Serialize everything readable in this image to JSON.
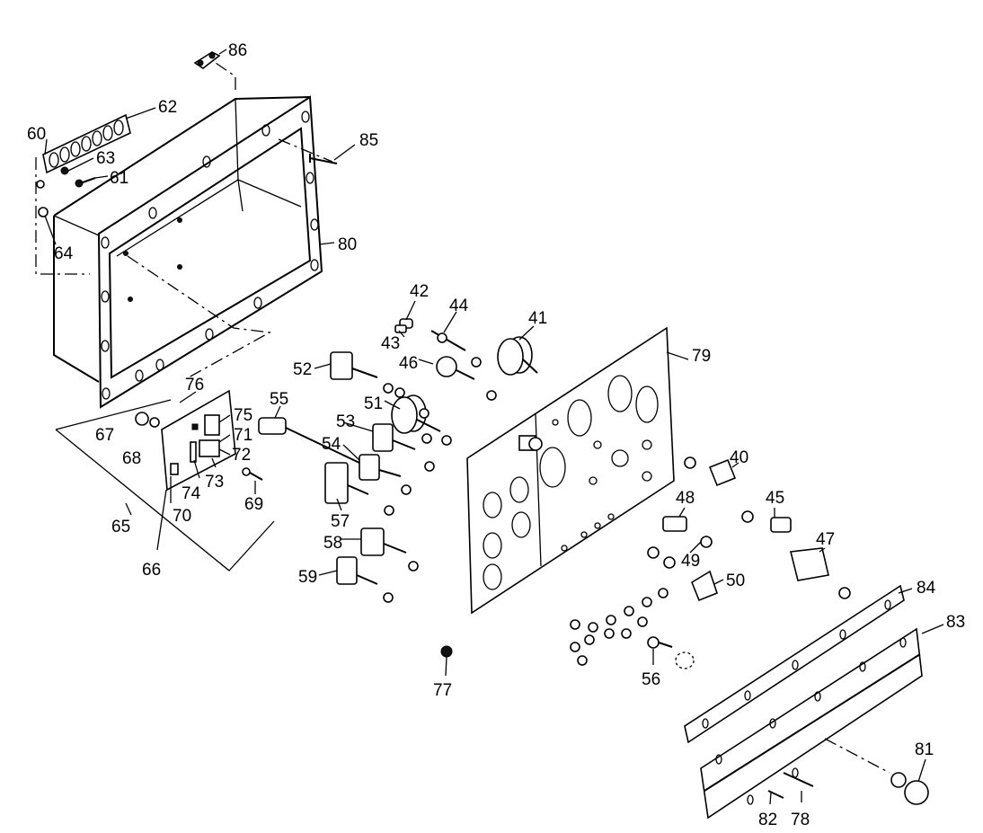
{
  "callouts": {
    "c40": "40",
    "c41": "41",
    "c42": "42",
    "c43": "43",
    "c44": "44",
    "c45": "45",
    "c46": "46",
    "c47": "47",
    "c48": "48",
    "c49": "49",
    "c50": "50",
    "c51": "51",
    "c52": "52",
    "c53": "53",
    "c54": "54",
    "c55": "55",
    "c56": "56",
    "c57": "57",
    "c58": "58",
    "c59": "59",
    "c60": "60",
    "c61": "61",
    "c62": "62",
    "c63": "63",
    "c64": "64",
    "c65": "65",
    "c66": "66",
    "c67": "67",
    "c68": "68",
    "c69": "69",
    "c70": "70",
    "c71": "71",
    "c72": "72",
    "c73": "73",
    "c74": "74",
    "c75": "75",
    "c76": "76",
    "c77": "77",
    "c78": "78",
    "c79": "79",
    "c80": "80",
    "c81": "81",
    "c82": "82",
    "c83": "83",
    "c84": "84",
    "c85": "85",
    "c86": "86"
  }
}
